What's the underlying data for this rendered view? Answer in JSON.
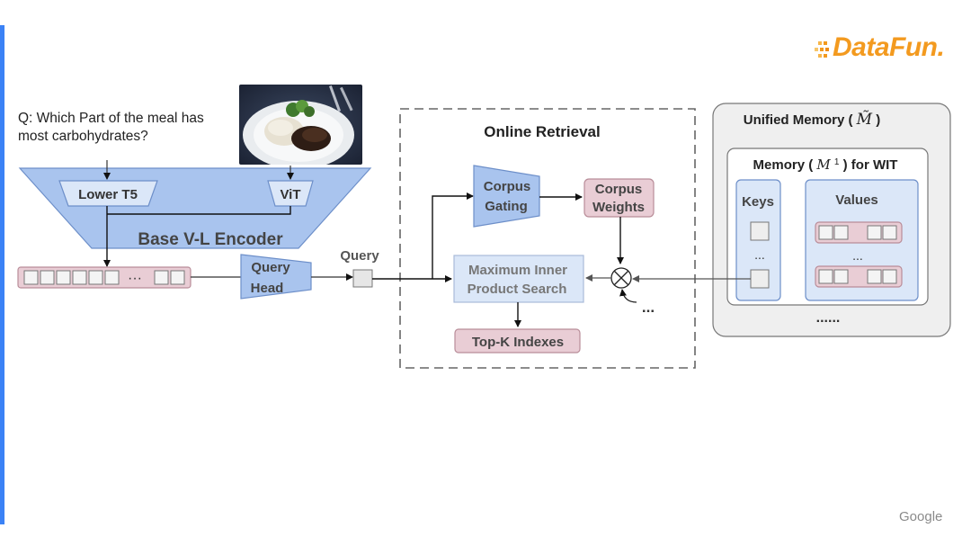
{
  "question": {
    "line1": "Q: Which Part of the meal has",
    "line2": "most carbohydrates?"
  },
  "encoder": {
    "title": "Base V-L Encoder",
    "text_model": "Lower T5",
    "vision_model": "ViT"
  },
  "token_sequence_ellipsis": "···",
  "query_head": {
    "line1": "Query",
    "line2": "Head"
  },
  "query_label": "Query",
  "online_retrieval": {
    "title": "Online Retrieval",
    "corpus_gating": {
      "line1": "Corpus",
      "line2": "Gating"
    },
    "corpus_weights": {
      "line1": "Corpus",
      "line2": "Weights"
    },
    "mips": {
      "line1": "Maximum Inner",
      "line2": "Product Search"
    },
    "topk": "Top-K Indexes",
    "ellipsis": "..."
  },
  "unified_memory": {
    "title_prefix": "Unified Memory (",
    "title_symbol": "M̃",
    "title_suffix": ")",
    "memory_prefix": "Memory (",
    "memory_symbol": "M",
    "memory_sup": "1",
    "memory_suffix": ") for WIT",
    "keys_label": "Keys",
    "values_label": "Values",
    "keys_ellipsis": "...",
    "values_ellipsis": "...",
    "more": "......"
  },
  "logo": "DataFun.",
  "footer": "Google",
  "colors": {
    "blue_fill": "#a9c4ee",
    "blue_stroke": "#6d8fc9",
    "pink_fill": "#e9cdd5",
    "pink_stroke": "#b98d99",
    "accent": "#3b82f6",
    "logo_orange": "#f39a1f"
  }
}
